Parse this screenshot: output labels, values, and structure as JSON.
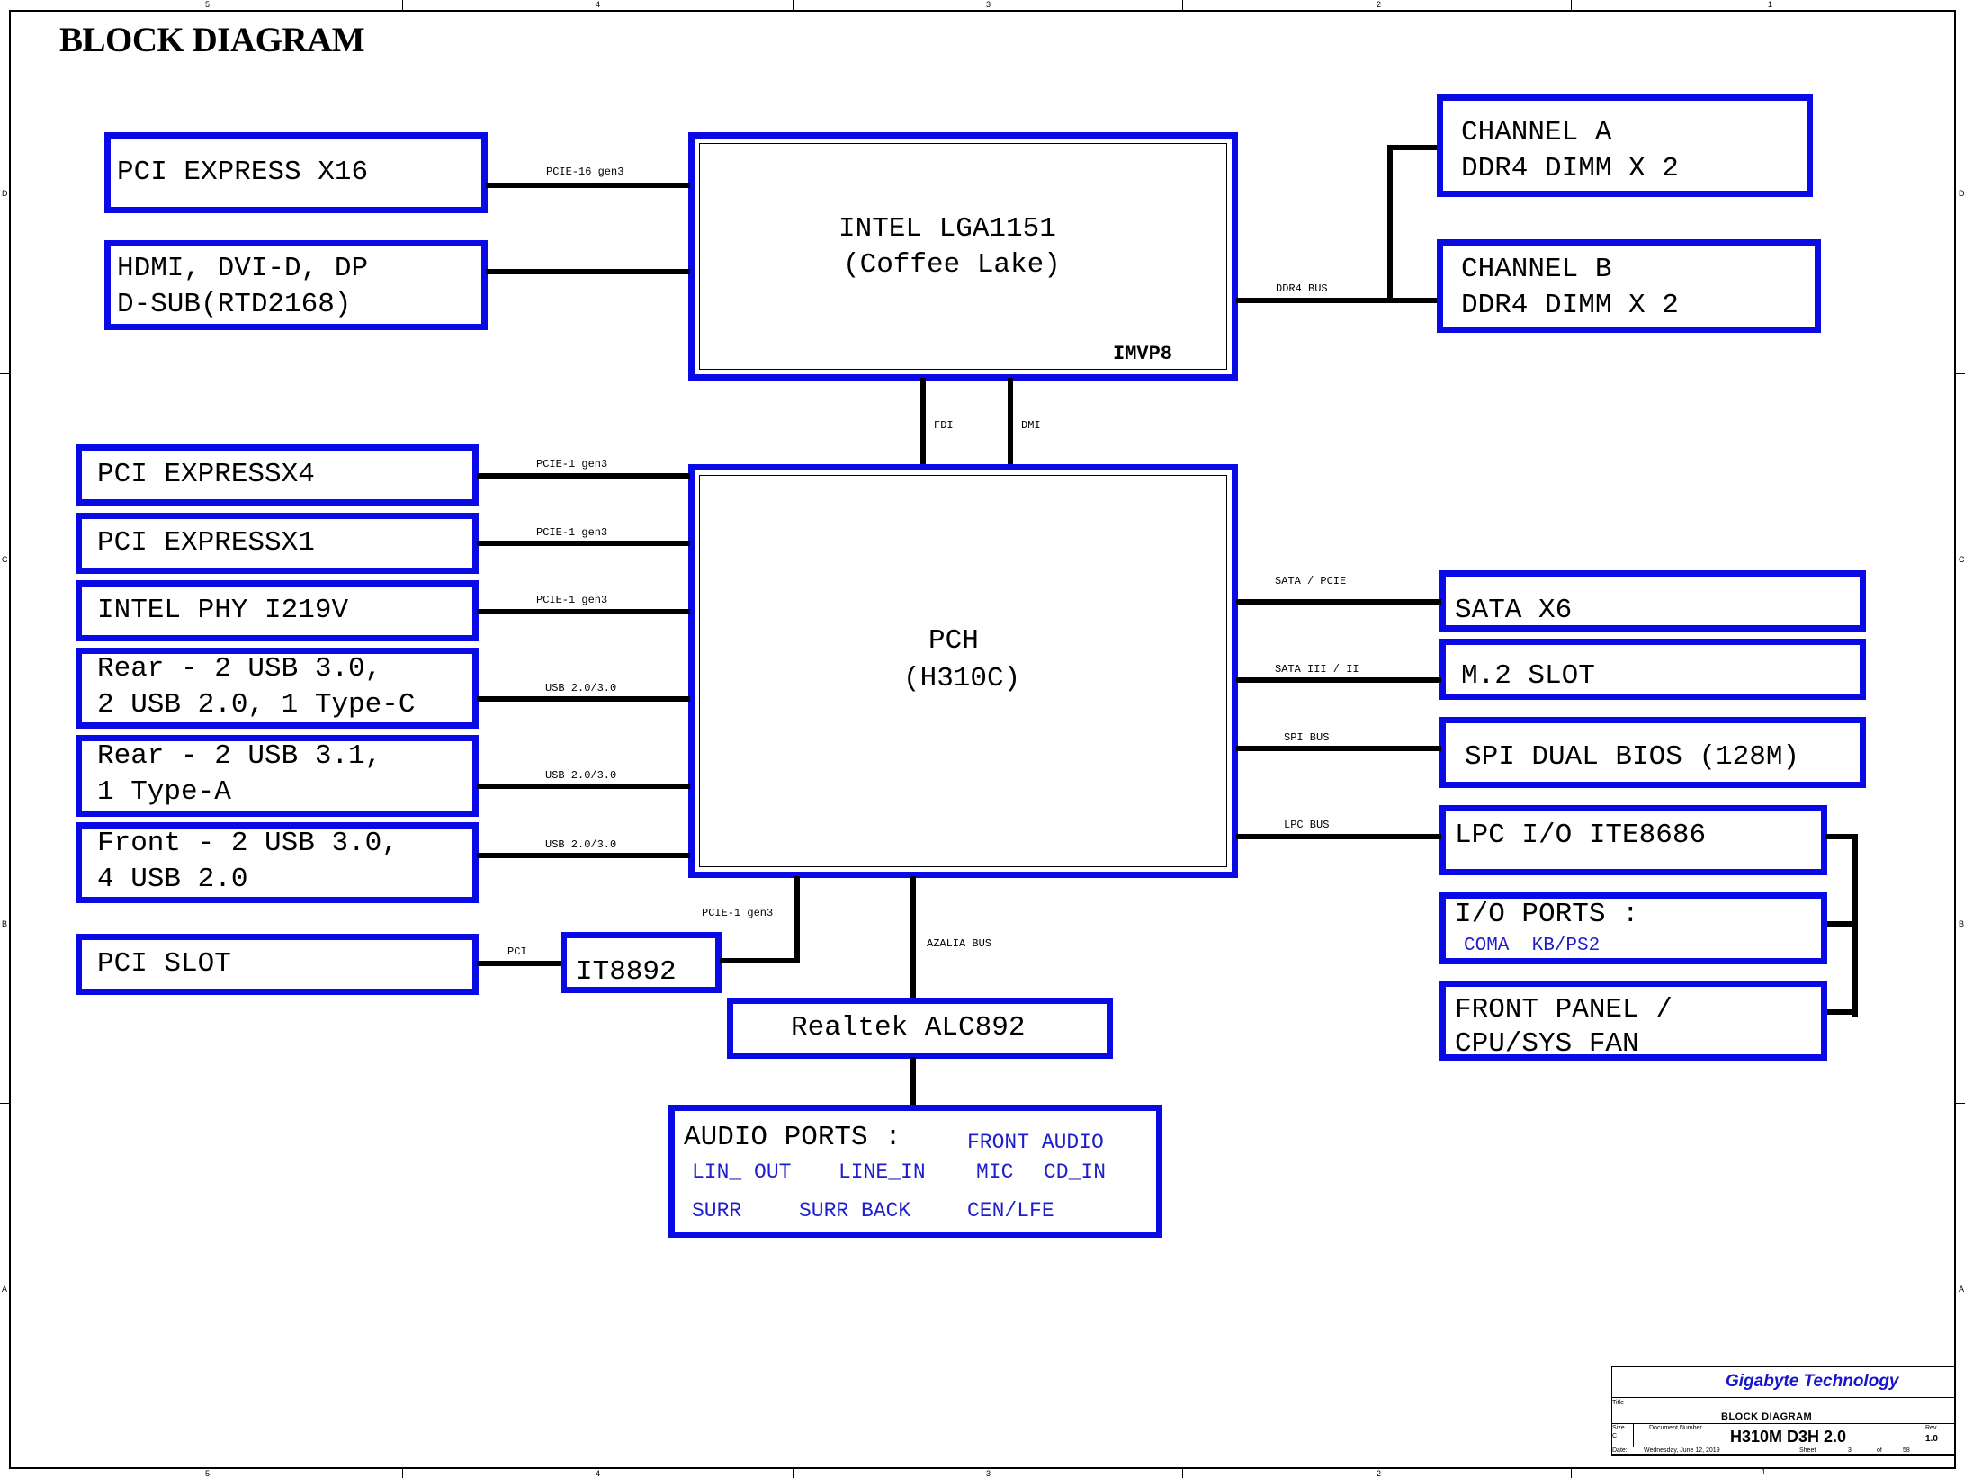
{
  "page": {
    "title": "BLOCK DIAGRAM",
    "border_columns": [
      "5",
      "4",
      "3",
      "2",
      "1"
    ],
    "border_rows": [
      "D",
      "C",
      "B",
      "A"
    ],
    "colors": {
      "box_border": "#0a0ae6",
      "sublabel": "#1e1ecc",
      "wire": "#000000",
      "company": "#1515cc"
    }
  },
  "cpu": {
    "line1": "INTEL LGA1151",
    "line2": "(Coffee Lake)",
    "vrm": "IMVP8"
  },
  "pch": {
    "line1": "PCH",
    "line2": "(H310C)"
  },
  "cpu_left": [
    {
      "label": "PCI EXPRESS X16",
      "bus": "PCIE-16 gen3"
    },
    {
      "label": "HDMI, DVI-D, DP\nD-SUB(RTD2168)",
      "bus": ""
    }
  ],
  "memory": {
    "bus": "DDR4 BUS",
    "channels": [
      {
        "label": "CHANNEL A\nDDR4 DIMM X 2"
      },
      {
        "label": "CHANNEL B\nDDR4 DIMM X 2"
      }
    ]
  },
  "cpu_pch_links": [
    {
      "label": "FDI"
    },
    {
      "label": "DMI"
    }
  ],
  "pch_left": [
    {
      "label": "PCI EXPRESSX4",
      "bus": "PCIE-1 gen3"
    },
    {
      "label": "PCI EXPRESSX1",
      "bus": "PCIE-1 gen3"
    },
    {
      "label": "INTEL PHY I219V",
      "bus": "PCIE-1 gen3"
    },
    {
      "label": "Rear - 2 USB 3.0,\n2 USB 2.0, 1 Type-C",
      "bus": "USB 2.0/3.0"
    },
    {
      "label": "Rear - 2 USB 3.1,\n1 Type-A",
      "bus": "USB 2.0/3.0"
    },
    {
      "label": "Front - 2 USB 3.0,\n4 USB 2.0",
      "bus": "USB 2.0/3.0"
    }
  ],
  "pci_path": {
    "slot": "PCI SLOT",
    "slot_bus": "PCI",
    "bridge": "IT8892",
    "bridge_bus": "PCIE-1 gen3"
  },
  "audio": {
    "bus": "AZALIA BUS",
    "codec": "Realtek ALC892",
    "ports_title": "AUDIO PORTS :",
    "ports": [
      "FRONT AUDIO",
      "LIN_ OUT",
      "LINE_IN",
      "MIC",
      "CD_IN",
      "SURR",
      "SURR BACK",
      "CEN/LFE"
    ]
  },
  "pch_right": [
    {
      "label": "SATA X6",
      "bus": "SATA / PCIE"
    },
    {
      "label": "M.2 SLOT",
      "bus": "SATA III / II"
    },
    {
      "label": "SPI DUAL BIOS (128M)",
      "bus": "SPI BUS"
    },
    {
      "label": "LPC I/O ITE8686",
      "bus": "LPC BUS"
    }
  ],
  "superio": {
    "io_title": "I/O PORTS :",
    "io_ports": "COMA  KB/PS2",
    "front_panel": "FRONT PANEL /\nCPU/SYS FAN"
  },
  "title_block": {
    "company": "Gigabyte Technology",
    "title_label": "Title",
    "title": "BLOCK DIAGRAM",
    "size_label": "Size",
    "size": "C",
    "docnum_label": "Document Number",
    "docnum": "H310M D3H 2.0",
    "rev_label": "Rev",
    "rev": "1.0",
    "date_label": "Date:",
    "date": "Wednesday, June 12, 2019",
    "sheet_label": "Sheet",
    "sheet": "3",
    "of_label": "of",
    "sheet_total": "58",
    "bottom_col": "1"
  }
}
